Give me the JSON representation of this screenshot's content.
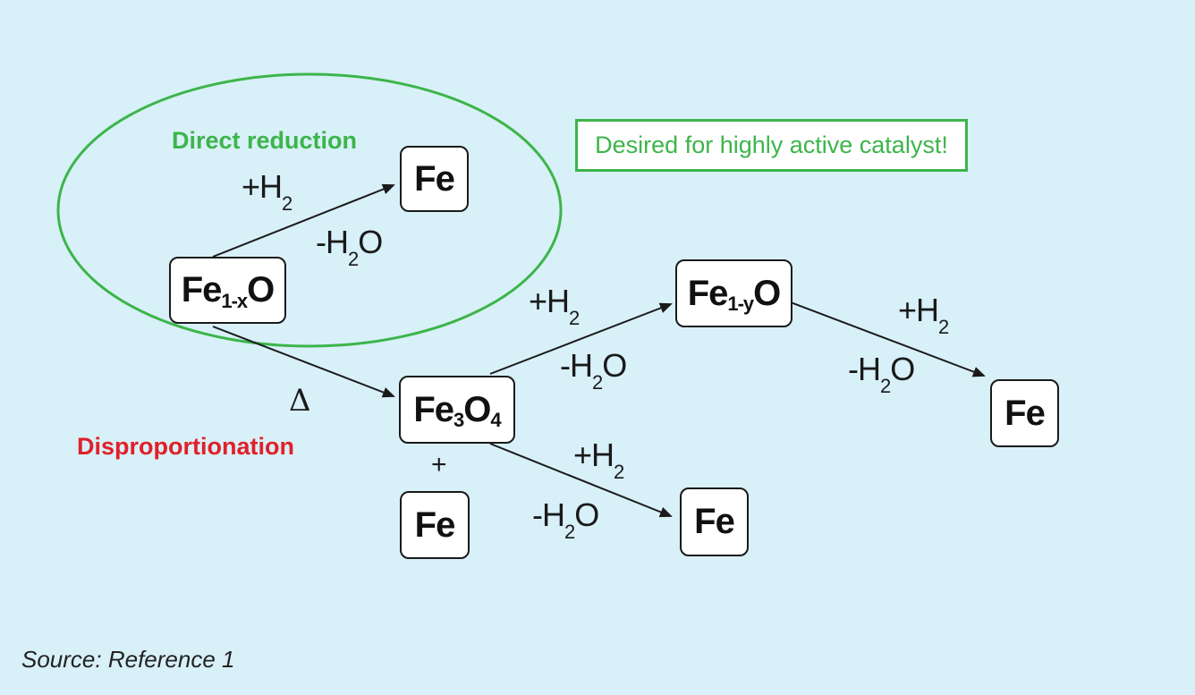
{
  "annotations": {
    "direct_reduction": "Direct reduction",
    "disproportionation": "Disproportionation",
    "desired": "Desired for highly active catalyst!",
    "source": "Source: Reference 1"
  },
  "species": {
    "fe1x": {
      "base": "Fe",
      "sub": "1-x",
      "tail": "O"
    },
    "fe_direct": {
      "base": "Fe"
    },
    "fe3o4": {
      "base": "Fe",
      "sub1": "3",
      "mid": "O",
      "sub2": "4"
    },
    "fe_coproduct": {
      "base": "Fe"
    },
    "fe1y": {
      "base": "Fe",
      "sub": "1-y",
      "tail": "O"
    },
    "fe_final_right": {
      "base": "Fe"
    },
    "fe_final_bottom": {
      "base": "Fe"
    }
  },
  "reagents": {
    "plus_h2": {
      "text": "+H",
      "sub": "2"
    },
    "minus_h2o": {
      "text": "-H",
      "sub": "2",
      "tail": "O"
    }
  },
  "symbols": {
    "delta": "Δ",
    "plus": "+"
  },
  "colors": {
    "background": "#d8f0f8",
    "green": "#3cb54a",
    "red": "#e0202a",
    "arrow": "#1a1a1a"
  }
}
